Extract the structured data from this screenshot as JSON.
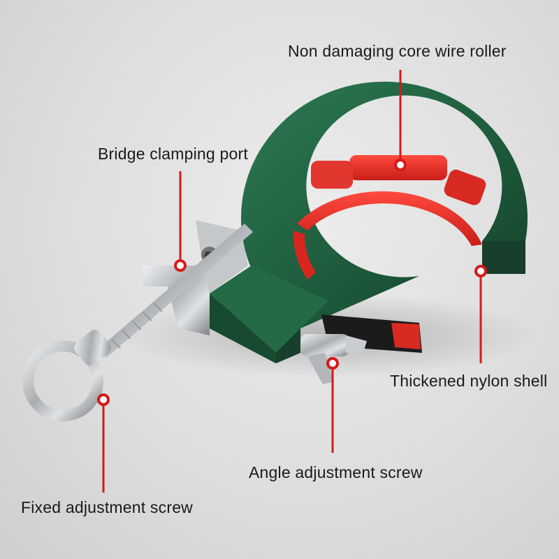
{
  "labels": {
    "roller": "Non damaging core wire roller",
    "bridge": "Bridge clamping port",
    "shell": "Thickened nylon shell",
    "angle": "Angle adjustment screw",
    "fixed": "Fixed adjustment screw"
  },
  "colors": {
    "leader_line": "#d41a1a",
    "shell_green": "#1f5e3e",
    "roller_red": "#e8302a",
    "steel": "#b9bcbf"
  }
}
